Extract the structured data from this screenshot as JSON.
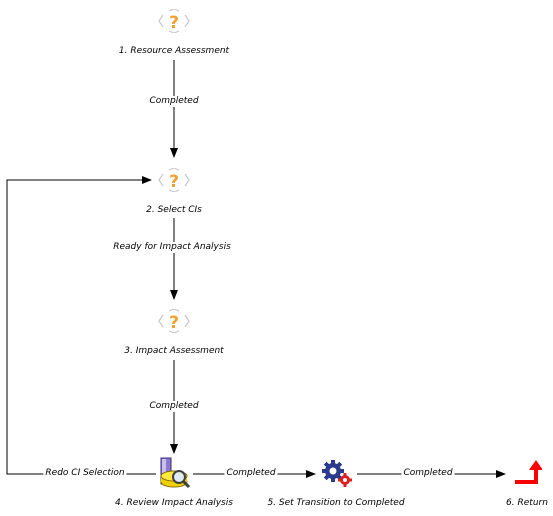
{
  "nodes": [
    {
      "id": "n1",
      "label": "1. Resource Assessment",
      "icon": "question-diamond-icon"
    },
    {
      "id": "n2",
      "label": "2. Select CIs",
      "icon": "question-diamond-icon"
    },
    {
      "id": "n3",
      "label": "3. Impact Assessment",
      "icon": "question-diamond-icon"
    },
    {
      "id": "n4",
      "label": "4. Review Impact Analysis",
      "icon": "review-analysis-icon"
    },
    {
      "id": "n5",
      "label": "5. Set Transition to Completed",
      "icon": "gears-icon"
    },
    {
      "id": "n6",
      "label": "6. Return",
      "icon": "return-arrow-icon"
    }
  ],
  "edges": [
    {
      "id": "e1",
      "label": "Completed"
    },
    {
      "id": "e2",
      "label": "Ready for Impact Analysis"
    },
    {
      "id": "e3",
      "label": "Completed"
    },
    {
      "id": "e4",
      "label": "Completed"
    },
    {
      "id": "e5",
      "label": "Completed"
    },
    {
      "id": "e6",
      "label": "Redo CI Selection"
    }
  ],
  "colors": {
    "question_mark": "#f0a030",
    "chevron": "#c8c8c8",
    "return_arrow": "#ff0000",
    "gear_blue": "#2a3a8c",
    "gear_red": "#e02020",
    "line": "#000000"
  }
}
